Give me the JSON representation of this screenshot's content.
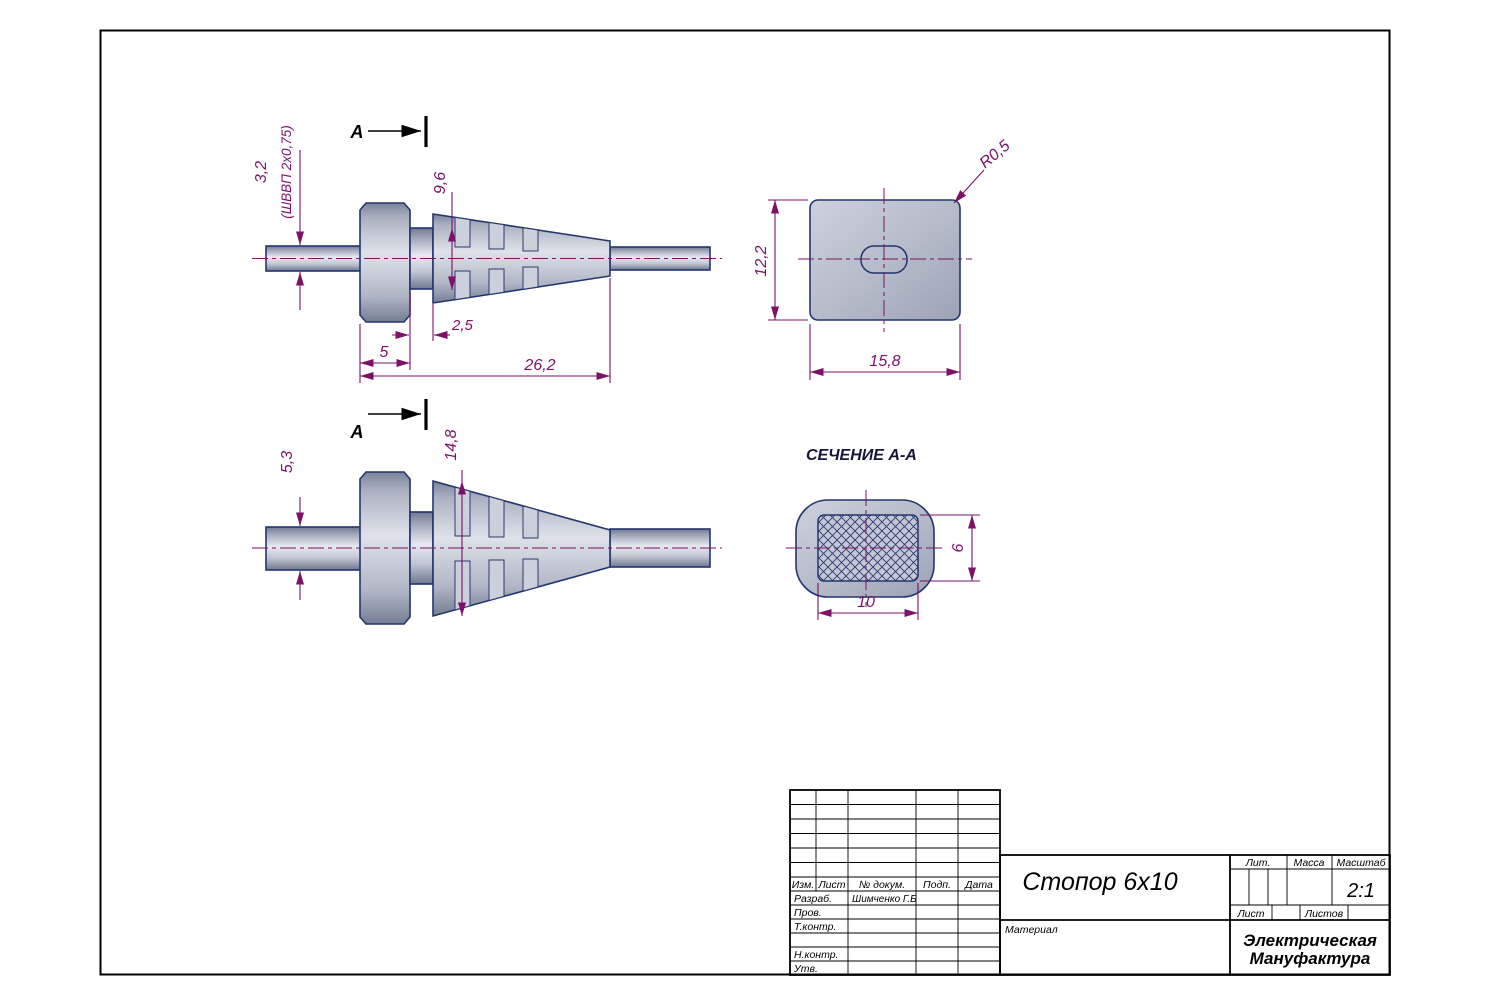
{
  "colors": {
    "dimension": "#7d1168",
    "outline": "#23356f",
    "frame": "#000000"
  },
  "views": {
    "side_top": {
      "dim_cable_height": "3,2",
      "cable_spec": "(ШВВП 2х0,75)",
      "section_letter_top": "А",
      "section_letter_bottom": "А",
      "dim_inner_height": "9,6",
      "dim_groove_width": "2,5",
      "dim_flange_width": "5",
      "dim_total_length": "26,2"
    },
    "front": {
      "dim_corner_radius": "R0,5",
      "dim_height": "12,2",
      "dim_width": "15,8"
    },
    "side_rotated": {
      "dim_body_height": "14,8",
      "dim_cable_width": "5,3"
    },
    "section": {
      "title": "СЕЧЕНИЕ А-А",
      "dim_hole_height": "6",
      "dim_hole_width": "10"
    }
  },
  "title_block": {
    "header_columns": [
      "Изм.",
      "Лист",
      "№ докум.",
      "Подп.",
      "Дата"
    ],
    "signature_rows": [
      {
        "label": "Разраб.",
        "name": "Шимченко Г.Б"
      },
      {
        "label": "Пров.",
        "name": ""
      },
      {
        "label": "Т.контр.",
        "name": ""
      },
      {
        "label": "Н.контр.",
        "name": ""
      },
      {
        "label": "Утв.",
        "name": ""
      }
    ],
    "part_title": "Стопор 6х10",
    "lit_label": "Лит.",
    "mass_label": "Масса",
    "scale_label": "Масштаб",
    "scale_value": "2:1",
    "sheet_label": "Лист",
    "sheets_label": "Листов",
    "material_label": "Материал",
    "company_line1": "Электрическая",
    "company_line2": "Мануфактура"
  }
}
